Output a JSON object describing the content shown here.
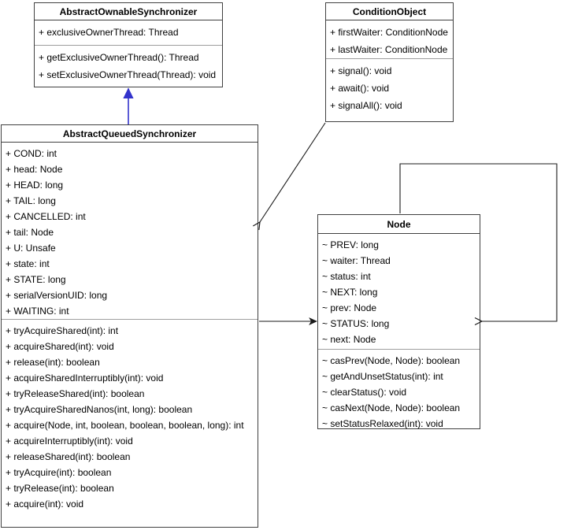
{
  "diagram": {
    "type": "uml-class-diagram",
    "colors": {
      "box_border": "#404040",
      "compartment_separator": "#9e9e9e",
      "edge": "#1a1a1a",
      "inheritance_arrow": "#3333cc",
      "background": "#ffffff"
    },
    "classes": [
      {
        "title": "AbstractOwnableSynchronizer",
        "attributes": [
          "+ exclusiveOwnerThread: Thread"
        ],
        "methods": [
          "+ getExclusiveOwnerThread(): Thread",
          "+ setExclusiveOwnerThread(Thread): void"
        ]
      },
      {
        "title": "ConditionObject",
        "attributes": [
          "+ firstWaiter: ConditionNode",
          "+ lastWaiter: ConditionNode"
        ],
        "methods": [
          "+ signal(): void",
          "+ await(): void",
          "+ signalAll(): void"
        ]
      },
      {
        "title": "AbstractQueuedSynchronizer",
        "attributes": [
          "+ COND: int",
          "+ head: Node",
          "+ HEAD: long",
          "+ TAIL: long",
          "+ CANCELLED: int",
          "+ tail: Node",
          "+ U: Unsafe",
          "+ state: int",
          "+ STATE: long",
          "+ serialVersionUID: long",
          "+ WAITING: int"
        ],
        "methods": [
          "+ tryAcquireShared(int): int",
          "+ acquireShared(int): void",
          "+ release(int): boolean",
          "+ acquireSharedInterruptibly(int): void",
          "+ tryReleaseShared(int): boolean",
          "+ tryAcquireSharedNanos(int, long): boolean",
          "+ acquire(Node, int, boolean, boolean, boolean, long): int",
          "+ acquireInterruptibly(int): void",
          "+ releaseShared(int): boolean",
          "+ tryAcquire(int): boolean",
          "+ tryRelease(int): boolean",
          "+ acquire(int): void"
        ]
      },
      {
        "title": "Node",
        "attributes": [
          "~ PREV: long",
          "~ waiter: Thread",
          "~ status: int",
          "~ NEXT: long",
          "~ prev: Node",
          "~ STATUS: long",
          "~ next: Node"
        ],
        "methods": [
          "~ casPrev(Node, Node): boolean",
          "~ getAndUnsetStatus(int): int",
          "~ clearStatus(): void",
          "~ casNext(Node, Node): boolean",
          "~ setStatusRelaxed(int): void"
        ]
      }
    ],
    "edges": [
      {
        "from": "AbstractQueuedSynchronizer",
        "to": "AbstractOwnableSynchronizer",
        "type": "generalization"
      },
      {
        "from": "ConditionObject",
        "to": "AbstractQueuedSynchronizer",
        "type": "directed-association"
      },
      {
        "from": "AbstractQueuedSynchronizer",
        "to": "Node",
        "type": "directed-association"
      },
      {
        "from": "Node",
        "to": "Node",
        "type": "self-association"
      }
    ]
  }
}
